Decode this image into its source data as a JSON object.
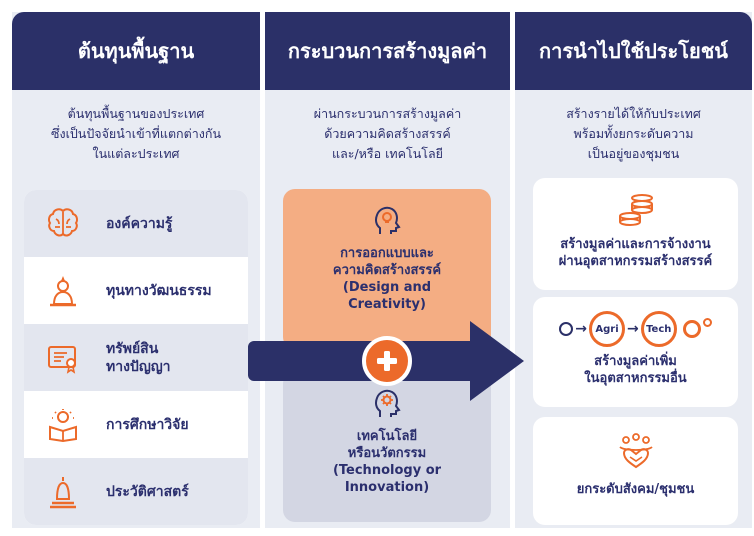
{
  "colors": {
    "navy": "#2b3068",
    "orange": "#ec6a2a",
    "panel_bg": "#e9ecf3",
    "peach": "#f4ad83",
    "lavender": "#d3d6e3"
  },
  "col1": {
    "title": "ต้นทุนพื้นฐาน",
    "desc": [
      "ต้นทุนพื้นฐานของประเทศ",
      "ซึ่งเป็นปัจจัยนำเข้าที่แตกต่างกัน",
      "ในแต่ละประเทศ"
    ],
    "items": [
      {
        "label": [
          "องค์ความรู้"
        ],
        "icon": "brain-icon"
      },
      {
        "label": [
          "ทุนทางวัฒนธรรม"
        ],
        "icon": "buddha-icon"
      },
      {
        "label": [
          "ทรัพย์สิน",
          "ทางปัญญา"
        ],
        "icon": "certificate-icon"
      },
      {
        "label": [
          "การศึกษาวิจัย"
        ],
        "icon": "book-bulb-icon"
      },
      {
        "label": [
          "ประวัติศาสตร์"
        ],
        "icon": "bell-monument-icon"
      }
    ]
  },
  "col2": {
    "title": "กระบวนการสร้างมูลค่า",
    "desc": [
      "ผ่านกระบวนการสร้างมูลค่า",
      "ด้วยความคิดสร้างสรรค์",
      "และ/หรือ เทคโนโลยี"
    ],
    "design": {
      "label": [
        "การออกแบบและ",
        "ความคิดสร้างสรรค์",
        "(Design and",
        "Creativity)"
      ],
      "icon": "head-bulb-icon"
    },
    "tech": {
      "label": [
        "เทคโนโลยี",
        "หรือนวัตกรรม",
        "(Technology or",
        "Innovation)"
      ],
      "icon": "head-gear-icon"
    }
  },
  "col3": {
    "title": "การนำไปใช้ประโยชน์",
    "desc": [
      "สร้างรายได้ให้กับประเทศ",
      "พร้อมทั้งยกระดับความ",
      "เป็นอยู่ของชุมชน"
    ],
    "out1": {
      "label": [
        "สร้างมูลค่าและการจ้างงาน",
        "ผ่านอุตสาหกรรมสร้างสรรค์"
      ],
      "icon": "coins-stack-icon"
    },
    "out2": {
      "label": [
        "สร้างมูลค่าเพิ่ม",
        "ในอุตสาหกรรมอื่น"
      ],
      "agri": "Agri",
      "tech": "Tech"
    },
    "out3": {
      "label": [
        "ยกระดับสังคม/ชุมชน"
      ],
      "icon": "community-hands-icon"
    }
  }
}
